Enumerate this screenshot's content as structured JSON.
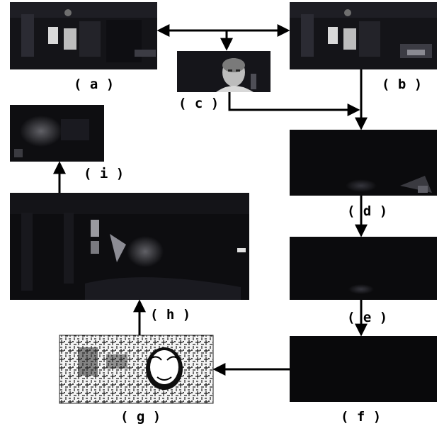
{
  "figure": {
    "panels": [
      {
        "id": "a",
        "label": "( a )",
        "content": "image-room-scene"
      },
      {
        "id": "b",
        "label": "( b )",
        "content": "image-room-scene-shifted"
      },
      {
        "id": "c",
        "label": "( c )",
        "content": "image-person-face"
      },
      {
        "id": "d",
        "label": "( d )",
        "content": "image-dark-difference"
      },
      {
        "id": "e",
        "label": "( e )",
        "content": "image-dark-difference-faint"
      },
      {
        "id": "f",
        "label": "( f )",
        "content": "image-dark-black"
      },
      {
        "id": "g",
        "label": "( g )",
        "content": "image-edge-map-face"
      },
      {
        "id": "h",
        "label": "( h )",
        "content": "image-dark-room-wide"
      },
      {
        "id": "i",
        "label": "( i )",
        "content": "image-dark-crop"
      }
    ],
    "flow": [
      [
        "c",
        "a"
      ],
      [
        "c",
        "b"
      ],
      [
        "b",
        "d"
      ],
      [
        "c",
        "d"
      ],
      [
        "d",
        "e"
      ],
      [
        "e",
        "f"
      ],
      [
        "f",
        "g"
      ],
      [
        "g",
        "h"
      ],
      [
        "h",
        "i"
      ]
    ],
    "colors": {
      "arrow": "#000000",
      "dark_image": "#0b0b0d",
      "background": "#ffffff"
    }
  }
}
